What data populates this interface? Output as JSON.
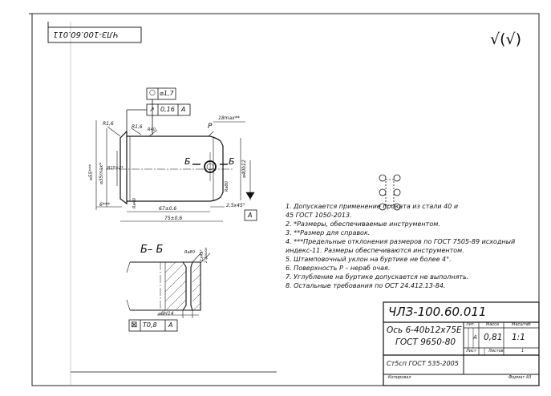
{
  "stamp_top_left": "ЧЛЗ-100.60.011",
  "roughness_symbol": "√(√)",
  "tolerances": {
    "circularity": "⌀1,7",
    "runout_symbol": "↗",
    "runout_value": "0,16",
    "runout_datum": "A",
    "position_symbol": "⊠",
    "position_value": "T0,8",
    "position_datum": "A",
    "datum_label": "A"
  },
  "section": {
    "label": "Б– Б",
    "cut_label_left": "Б",
    "cut_label_right": "Б"
  },
  "dimensions": {
    "r_left": "R1,6",
    "r_shoulder": "R1,6",
    "r_top": "R40",
    "surface_p": "P",
    "len_18": "18max**",
    "dia_55": "⌀55***",
    "dia_35": "⌀35max*",
    "dia_15": "R15±2*",
    "dia_40": "⌀40b12",
    "len_6": "6***",
    "len_67": "67±0,6",
    "len_75": "75±0,6",
    "chamfer": "2,5x45°",
    "ra_left": "Ra40",
    "ra_right": "Ra80",
    "hole": "⌀8H14",
    "section_ra": "Ra80",
    "section_chamfer": "1x45°",
    "section_note": "2 фаски"
  },
  "notes": [
    "1. Допускается применение проката из стали 40 и",
    "45 ГОСТ 1050-2013.",
    "2. *Размеры, обеспечиваемые инструментом.",
    "3. **Размер для справок.",
    "4. ***Предельные отклонения размеров по ГОСТ 7505-89 исходный",
    "индекс-11. Размеры обеспечиваются инструментом.",
    "5. Штамповочный уклон на буртике не более 4°.",
    "6. Поверхность P – нераб очая.",
    "7. Углубление на буртике допускается не выполнять.",
    "8. Остальные требования по ОСТ 24.412.13-84."
  ],
  "title_block": {
    "designation": "ЧЛЗ-100.60.011",
    "name_line1": "Ось 6-40b12x75E",
    "name_line2": "ГОСТ 9650-80",
    "material": "Ст5сп ГОСТ 535-2005",
    "col_lit": "Лит.",
    "col_mass": "Масса",
    "col_scale": "Масштаб",
    "lit_value": "А",
    "mass": "0,81",
    "scale": "1:1",
    "sheet_label": "Лист",
    "sheets_label": "Листов",
    "sheets_count": "1",
    "copied": "Копировал",
    "format": "Формат А3"
  }
}
